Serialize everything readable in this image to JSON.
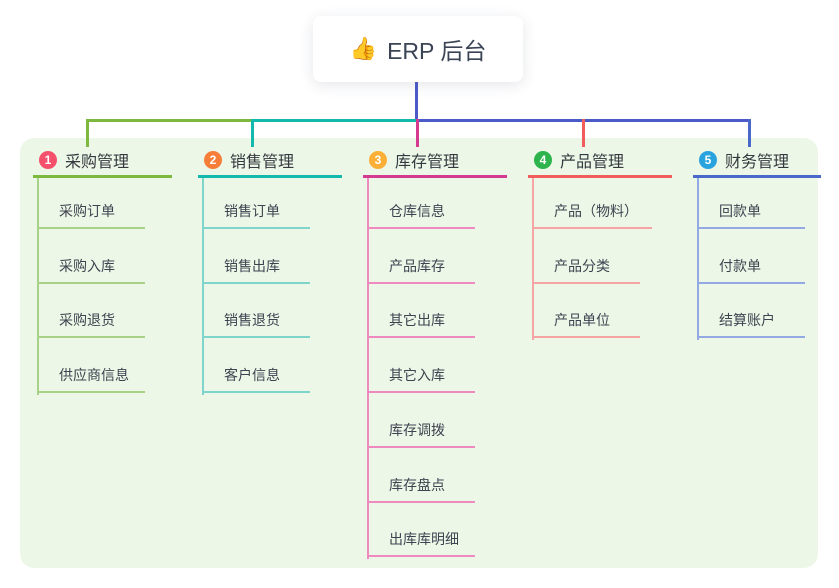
{
  "root": {
    "icon": "thumbs-up-icon",
    "emoji": "👍",
    "title": "ERP 后台"
  },
  "branches": [
    {
      "num": "1",
      "title": "采购管理",
      "badge_color": "#f4506c",
      "line_color": "#7cb93e",
      "child_line_color": "#a9d289",
      "children": [
        "采购订单",
        "采购入库",
        "采购退货",
        "供应商信息"
      ]
    },
    {
      "num": "2",
      "title": "销售管理",
      "badge_color": "#f77e39",
      "line_color": "#12b9ac",
      "child_line_color": "#7fd5cc",
      "children": [
        "销售订单",
        "销售出库",
        "销售退货",
        "客户信息"
      ]
    },
    {
      "num": "3",
      "title": "库存管理",
      "badge_color": "#fbaf37",
      "line_color": "#d43a90",
      "child_line_color": "#ee8abf",
      "children": [
        "仓库信息",
        "产品库存",
        "其它出库",
        "其它入库",
        "库存调拨",
        "库存盘点",
        "出库库明细"
      ]
    },
    {
      "num": "4",
      "title": "产品管理",
      "badge_color": "#2db44c",
      "line_color": "#f15c5c",
      "child_line_color": "#f6a4a4",
      "children": [
        "产品（物料）",
        "产品分类",
        "产品单位"
      ]
    },
    {
      "num": "5",
      "title": "财务管理",
      "badge_color": "#29a3dd",
      "line_color": "#4a68c9",
      "child_line_color": "#93a9e1",
      "children": [
        "回款单",
        "付款单",
        "结算账户"
      ]
    }
  ],
  "connectors": {
    "trunk_color": "#4a5bc8",
    "segment_colors": [
      "#7cb93e",
      "#12b9ac",
      "#4a5bc8"
    ]
  },
  "panel_color": "#edf7e7"
}
